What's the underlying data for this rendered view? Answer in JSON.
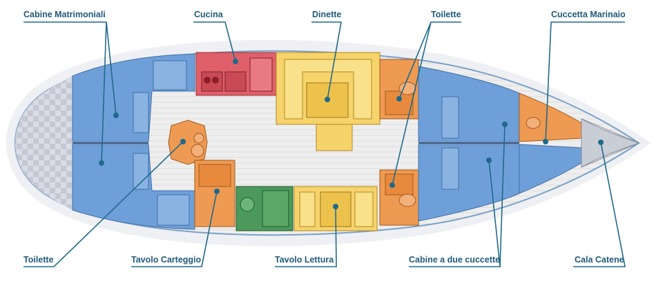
{
  "colors": {
    "cabin_blue": "#6f9fd8",
    "galley_red": "#e0606a",
    "dinette_yellow": "#f6d36b",
    "toilet_orange": "#ee9a52",
    "table_green": "#4c9a5b",
    "chain_locker_gray": "#c9cdd6",
    "callout_line": "#1e6a8a",
    "label_text": "#1f5a7a"
  },
  "labels": {
    "cabine_matrimoniali": "Cabine Matrimoniali",
    "cucina": "Cucina",
    "dinette": "Dinette",
    "toilette_top": "Toilette",
    "cuccetta_marinaio": "Cuccetta Marinaio",
    "toilette_bottom": "Toilette",
    "tavolo_carteggio": "Tavolo Carteggio",
    "tavolo_lettura": "Tavolo Lettura",
    "cabine_due_cuccette": "Cabine a due cuccette",
    "cala_catene": "Cala Catene"
  }
}
